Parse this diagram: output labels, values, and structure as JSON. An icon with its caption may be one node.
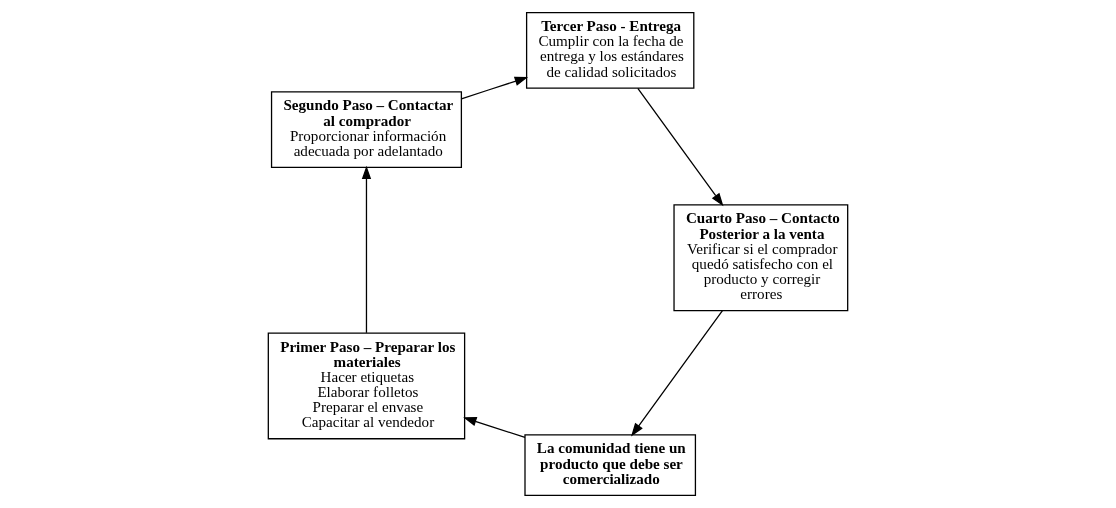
{
  "diagram": {
    "nodes": [
      {
        "text": [
          "La comunidad tiene un producto que debe ser comercializado"
        ]
      },
      {
        "text": [
          "Primer Paso – Preparar los materiales",
          "Hacer etiquetas",
          "Elaborar folletos",
          "Preparar el envase",
          "Capacitar al vendedor"
        ]
      },
      {
        "text": [
          "Segundo Paso – Contactar al comprador",
          "Proporcionar información adecuada por adelantado"
        ]
      },
      {
        "text": [
          "Tercer Paso - Entrega",
          "Cumplir con la fecha de entrega y los estándares de calidad solicitados"
        ]
      },
      {
        "text": [
          "Cuarto Paso – Contacto Posterior a la venta",
          "Verificar si el comprador quedó satisfecho con el producto y corregir errores"
        ]
      }
    ],
    "edges": [
      {
        "from": 0,
        "to": 1,
        "arrow": "to"
      },
      {
        "from": 1,
        "to": 2,
        "arrow": "to"
      },
      {
        "from": 2,
        "to": 3,
        "arrow": "to"
      },
      {
        "from": 3,
        "to": 4,
        "arrow": "to"
      },
      {
        "from": 4,
        "to": 0,
        "arrow": "to"
      }
    ]
  }
}
